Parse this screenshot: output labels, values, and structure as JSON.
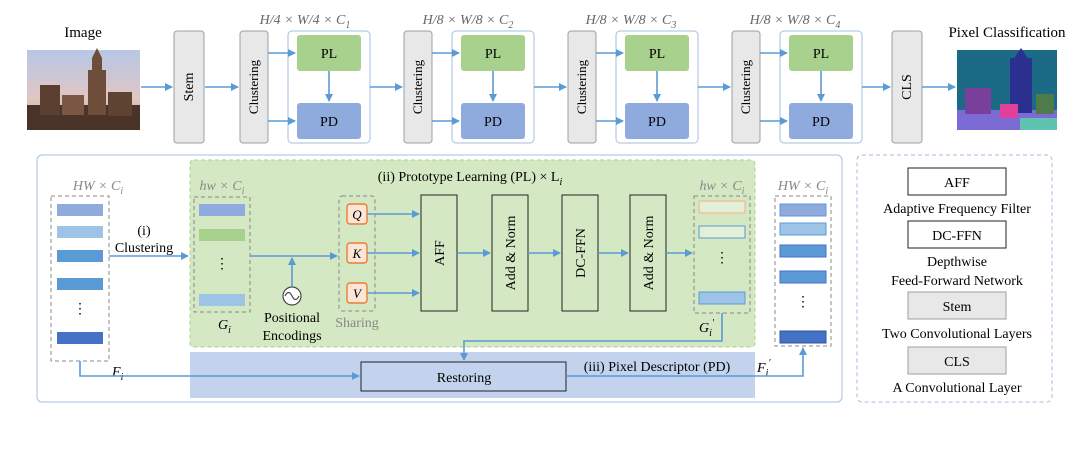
{
  "top": {
    "image_label": "Image",
    "output_label": "Pixel Classification",
    "stem": "Stem",
    "cls": "CLS",
    "stages": [
      {
        "dims": "H/4 × W/4 × C",
        "sub": "1",
        "clustering": "Clustering",
        "pl": "PL",
        "pd": "PD"
      },
      {
        "dims": "H/8 × W/8 × C",
        "sub": "2",
        "clustering": "Clustering",
        "pl": "PL",
        "pd": "PD"
      },
      {
        "dims": "H/8 × W/8 × C",
        "sub": "3",
        "clustering": "Clustering",
        "pl": "PL",
        "pd": "PD"
      },
      {
        "dims": "H/8 × W/8 × C",
        "sub": "4",
        "clustering": "Clustering",
        "pl": "PL",
        "pd": "PD"
      }
    ]
  },
  "detail": {
    "hw_ci_left": "HW × C",
    "hw_ci_left_sub": "i",
    "hw_ci_group": "hw × C",
    "hw_ci_group_sub": "i",
    "hw_ci_group_out": "hw × C",
    "hw_ci_group_out_sub": "i",
    "hw_ci_right": "HW × C",
    "hw_ci_right_sub": "i",
    "step_i": "(i)",
    "step_i_label": "Clustering",
    "pl_title": "(ii) Prototype Learning (PL) × L",
    "pl_title_sub": "i",
    "pd_title": "(iii) Pixel Descriptor (PD)",
    "g_label": "G",
    "g_sub": "i",
    "g_prime_label": "G",
    "g_prime_sub": "i",
    "f_label": "F",
    "f_sub": "i",
    "f_prime_label": "F",
    "f_prime_sub": "i",
    "positional_1": "Positional",
    "positional_2": "Encodings",
    "sharing": "Sharing",
    "q": "Q",
    "k": "K",
    "v": "V",
    "aff": "AFF",
    "add_norm_1": "Add & Norm",
    "dcffn": "DC-FFN",
    "add_norm_2": "Add & Norm",
    "restoring": "Restoring",
    "dots": "⋮"
  },
  "legend": {
    "aff_box": "AFF",
    "aff_desc": "Adaptive Frequency Filter",
    "dcffn_box": "DC-FFN",
    "dcffn_desc_1": "Depthwise",
    "dcffn_desc_2": "Feed-Forward Network",
    "stem_box": "Stem",
    "stem_desc": "Two Convolutional Layers",
    "cls_box": "CLS",
    "cls_desc": "A Convolutional Layer"
  },
  "colors": {
    "arrow": "#5b9bd5",
    "grey_box": "#e8e8e8",
    "pl_green": "#a9d18e",
    "pd_blue": "#8faadc",
    "pl_region": "#d5e8c4",
    "pd_region": "#c3d3ee",
    "qkv_fill": "#fbe5d6",
    "qkv_stroke": "#ed7d31"
  }
}
